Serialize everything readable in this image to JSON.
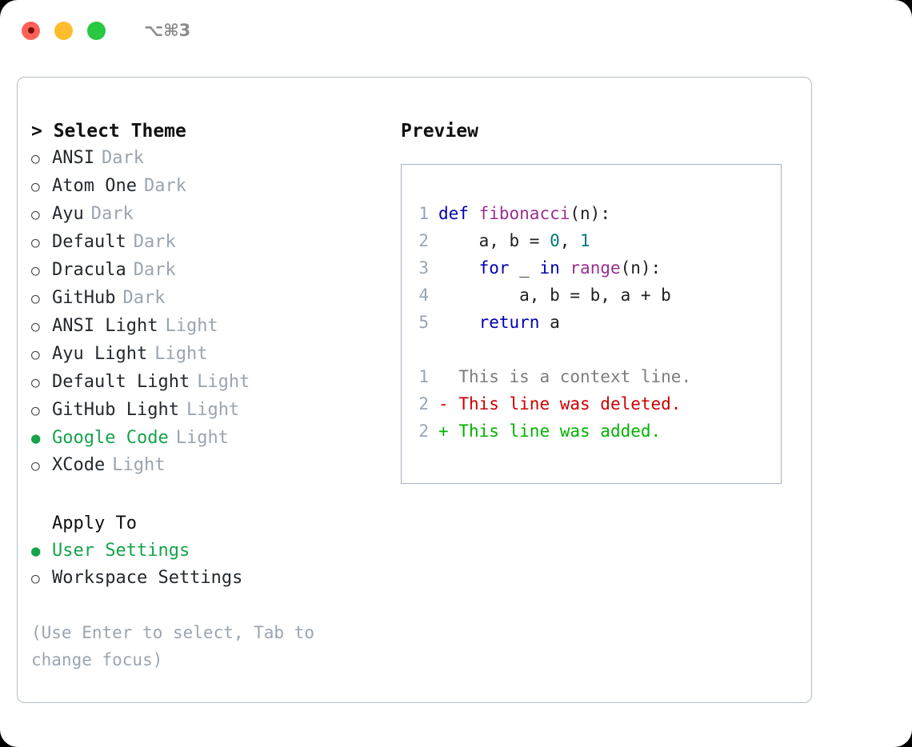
{
  "titlebar": {
    "shortcut": "⌥⌘3",
    "lights": [
      "close",
      "minimize",
      "maximize"
    ]
  },
  "left": {
    "heading": "> Select Theme",
    "themes": [
      {
        "bullet": "○",
        "name": "ANSI",
        "tag": "Dark",
        "selected": false
      },
      {
        "bullet": "○",
        "name": "Atom One",
        "tag": "Dark",
        "selected": false
      },
      {
        "bullet": "○",
        "name": "Ayu",
        "tag": "Dark",
        "selected": false
      },
      {
        "bullet": "○",
        "name": "Default",
        "tag": "Dark",
        "selected": false
      },
      {
        "bullet": "○",
        "name": "Dracula",
        "tag": "Dark",
        "selected": false
      },
      {
        "bullet": "○",
        "name": "GitHub",
        "tag": "Dark",
        "selected": false
      },
      {
        "bullet": "○",
        "name": "ANSI Light",
        "tag": "Light",
        "selected": false
      },
      {
        "bullet": "○",
        "name": "Ayu Light",
        "tag": "Light",
        "selected": false
      },
      {
        "bullet": "○",
        "name": "Default Light",
        "tag": "Light",
        "selected": false
      },
      {
        "bullet": "○",
        "name": "GitHub Light",
        "tag": "Light",
        "selected": false
      },
      {
        "bullet": "●",
        "name": "Google Code",
        "tag": "Light",
        "selected": true
      },
      {
        "bullet": "○",
        "name": "XCode",
        "tag": "Light",
        "selected": false
      }
    ],
    "apply_to": {
      "heading": "Apply To",
      "options": [
        {
          "bullet": "●",
          "name": "User Settings",
          "selected": true
        },
        {
          "bullet": "○",
          "name": "Workspace Settings",
          "selected": false
        }
      ]
    },
    "hint": "(Use Enter to select, Tab to change focus)"
  },
  "preview": {
    "title": "Preview",
    "code_lines": [
      {
        "no": "1",
        "tokens": [
          {
            "t": "def",
            "c": "kw"
          },
          {
            "t": " ",
            "c": "pl"
          },
          {
            "t": "fibonacci",
            "c": "fn"
          },
          {
            "t": "(n):",
            "c": "pl"
          }
        ]
      },
      {
        "no": "2",
        "tokens": [
          {
            "t": "    a, b = ",
            "c": "pl"
          },
          {
            "t": "0",
            "c": "num"
          },
          {
            "t": ", ",
            "c": "pl"
          },
          {
            "t": "1",
            "c": "num"
          }
        ]
      },
      {
        "no": "3",
        "tokens": [
          {
            "t": "    ",
            "c": "pl"
          },
          {
            "t": "for",
            "c": "kw"
          },
          {
            "t": " _ ",
            "c": "pl"
          },
          {
            "t": "in",
            "c": "kw"
          },
          {
            "t": " ",
            "c": "pl"
          },
          {
            "t": "range",
            "c": "fn"
          },
          {
            "t": "(n):",
            "c": "pl"
          }
        ]
      },
      {
        "no": "4",
        "tokens": [
          {
            "t": "        a, b = b, a + b",
            "c": "pl"
          }
        ]
      },
      {
        "no": "5",
        "tokens": [
          {
            "t": "    ",
            "c": "pl"
          },
          {
            "t": "return",
            "c": "kw"
          },
          {
            "t": " a",
            "c": "pl"
          }
        ]
      }
    ],
    "diff_lines": [
      {
        "no": "1",
        "marker": " ",
        "text": "This is a context line.",
        "kind": "ctx"
      },
      {
        "no": "2",
        "marker": "-",
        "text": "This line was deleted.",
        "kind": "del"
      },
      {
        "no": "2",
        "marker": "+",
        "text": "This line was added.",
        "kind": "add"
      }
    ]
  },
  "colors": {
    "accent_green": "#16a34a",
    "muted": "#9aa5b1",
    "keyword": "#0000b3",
    "function": "#9b2f8f",
    "number": "#007777",
    "diff_add": "#00b300",
    "diff_del": "#cc0000",
    "border": "#b4bcc8"
  }
}
